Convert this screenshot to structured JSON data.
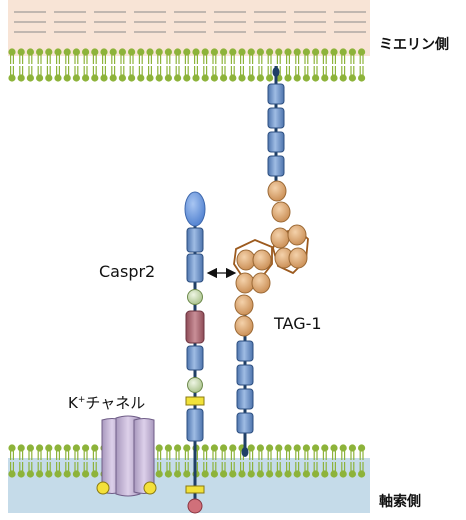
{
  "labels": {
    "myelin_side": "ミエリン側",
    "axon_side": "軸索側",
    "caspr2": "Caspr2",
    "tag1": "TAG-1",
    "k_channel_base": "K",
    "k_channel_sup": "+",
    "k_channel_rest": "チャネル"
  },
  "colors": {
    "myelin_fill": "#f8e4d6",
    "myelin_lines": "#8a8a8a",
    "axon_fill": "#c5dbe9",
    "lipid": "#8db33a",
    "fn3_domain": "#6f93c7",
    "ig_domain": "#d9a36e",
    "ig_domain_border": "#9c6a36",
    "disulfide_loop": "#9c5a1e",
    "discoidin": "#7aa2e0",
    "egf_like": "#cbdcb4",
    "fibrinogen": "#b0707a",
    "transmembrane_band": "#f1e23a",
    "protein_band": "#d0707a",
    "channel": "#c7b5d8",
    "channel_anchor": "#f4e03a",
    "stem": "#1f3f66"
  }
}
